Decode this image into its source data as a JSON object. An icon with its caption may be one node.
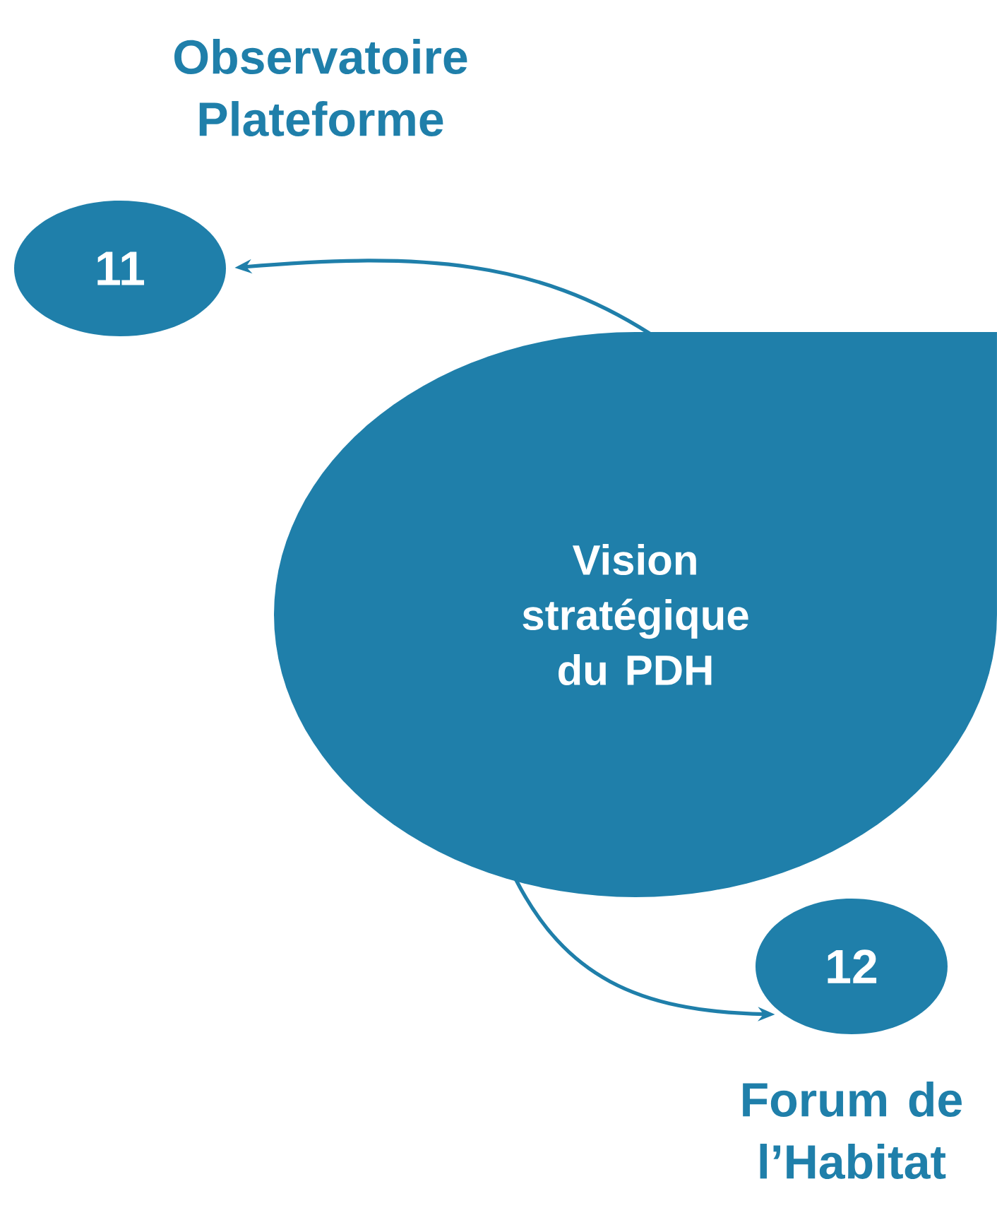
{
  "diagram": {
    "nodes": [
      {
        "text": [
          "Observatoire Plateforme",
          "11"
        ]
      },
      {
        "text": [
          "Vision stratégique du PDH"
        ]
      },
      {
        "text": [
          "12",
          "Forum de l’Habitat"
        ]
      }
    ],
    "edges": [
      {
        "from": 1,
        "to": 0,
        "arrow": "to"
      },
      {
        "from": 1,
        "to": 2,
        "arrow": "to"
      }
    ]
  }
}
